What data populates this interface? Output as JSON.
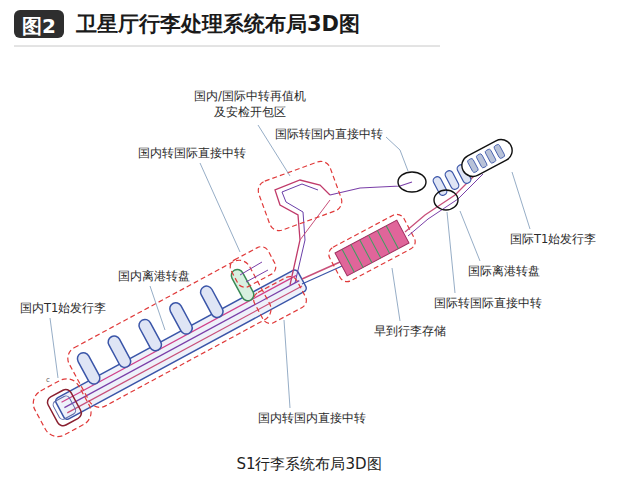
{
  "diagram": {
    "title": "卫星厅行李处理系统布局3D图",
    "caption": "S1行李系统布局3D图",
    "nodes": [
      {
        "text": [
          "图2"
        ]
      }
    ],
    "labels": [
      "国内/国际中转再值机 及安检开包区",
      "国际转国内直接中转",
      "国内转国际直接中转",
      "国际T1始发行李",
      "国际离港转盘",
      "国内离港转盘",
      "国际转国际直接中转",
      "国内T1始发行李",
      "早到行李存储",
      "c",
      "国内转国内直接中转"
    ]
  }
}
